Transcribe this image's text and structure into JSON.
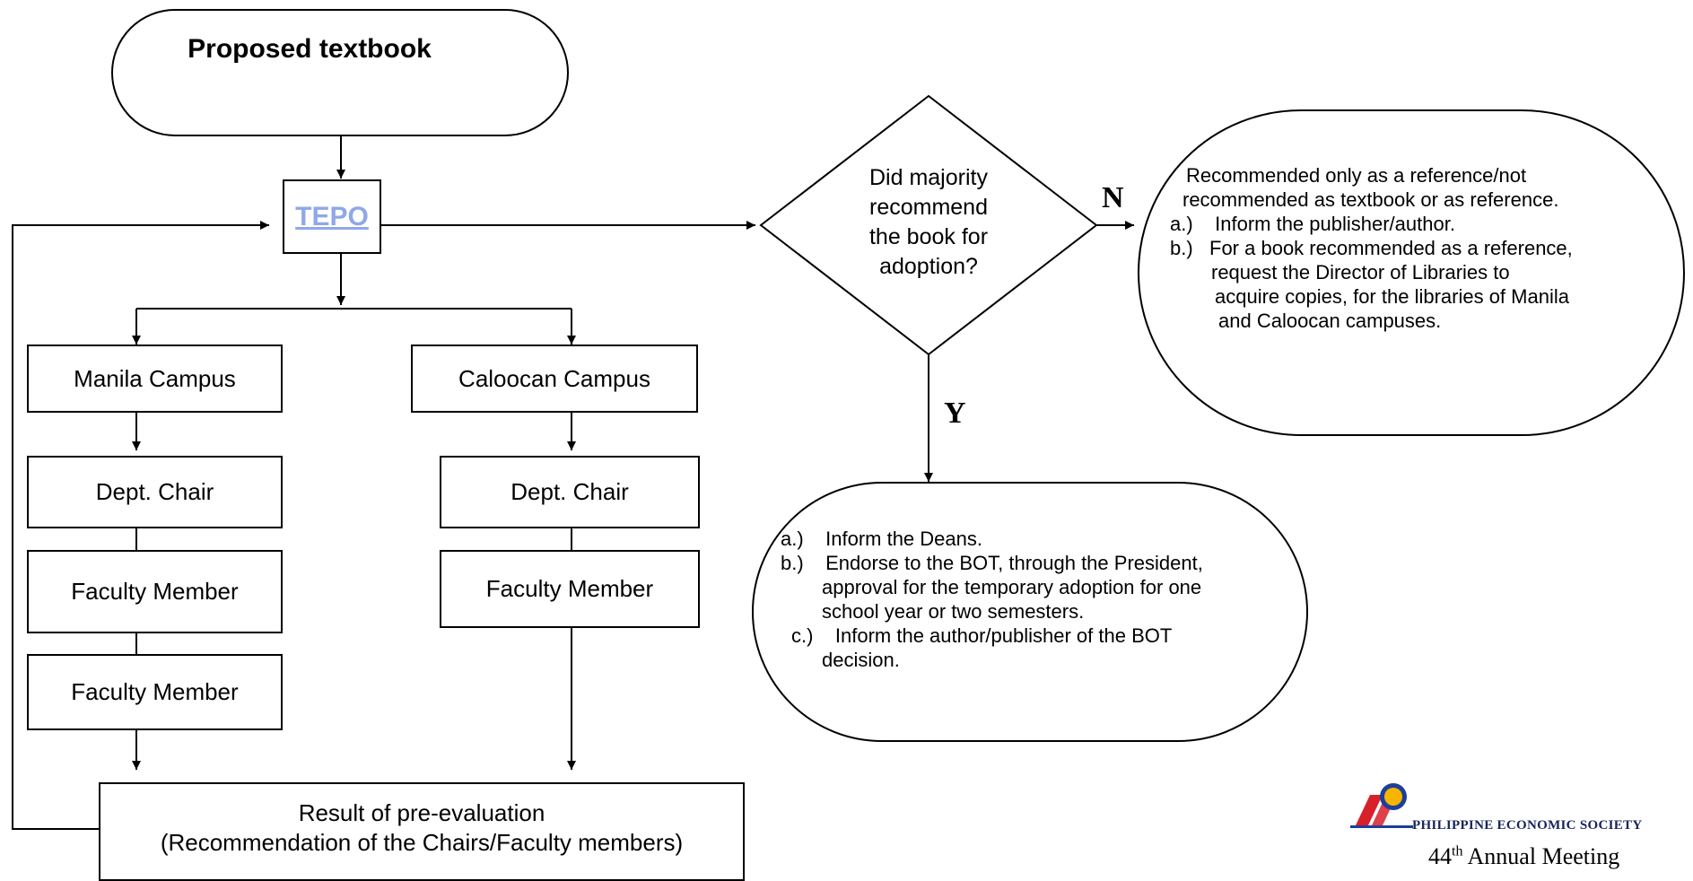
{
  "start": {
    "label": "Proposed textbook"
  },
  "tepo": {
    "label": "TEPO"
  },
  "campuses": {
    "manila": "Manila Campus",
    "caloocan": "Caloocan Campus"
  },
  "manila_chain": [
    "Dept. Chair",
    "Faculty Member",
    "Faculty Member"
  ],
  "caloocan_chain": [
    "Dept. Chair",
    "Faculty Member"
  ],
  "result": {
    "line1": "Result of pre-evaluation",
    "line2": "(Recommendation of the Chairs/Faculty members)"
  },
  "decision": {
    "question_lines": [
      "Did majority",
      "recommend",
      "the book for",
      "adoption?"
    ],
    "no_label": "N",
    "yes_label": "Y"
  },
  "no_outcome": {
    "lines": [
      "Recommended only as a reference/not",
      "recommended as textbook or as reference.",
      "a.)    Inform the publisher/author.",
      "b.)   For a book recommended as a reference,",
      "request the Director of Libraries to",
      "acquire copies, for the libraries of Manila",
      "and Caloocan campuses."
    ]
  },
  "yes_outcome": {
    "lines": [
      "a.)    Inform the Deans.",
      "b.)    Endorse to the BOT, through the President,",
      "approval for the temporary adoption for one",
      "school year or two semesters.",
      "c.)    Inform the author/publisher of the BOT",
      "decision."
    ]
  },
  "footer": {
    "logo_text": "PHILIPPINE ECONOMIC SOCIETY",
    "meeting_number": "44",
    "meeting_suffix": "th",
    "meeting_text": "Annual Meeting"
  },
  "colors": {
    "tepo_link": "#8fa8e8",
    "logo_red": "#d8202a",
    "logo_blue": "#1d3f9b",
    "logo_yellow": "#f7b500"
  }
}
